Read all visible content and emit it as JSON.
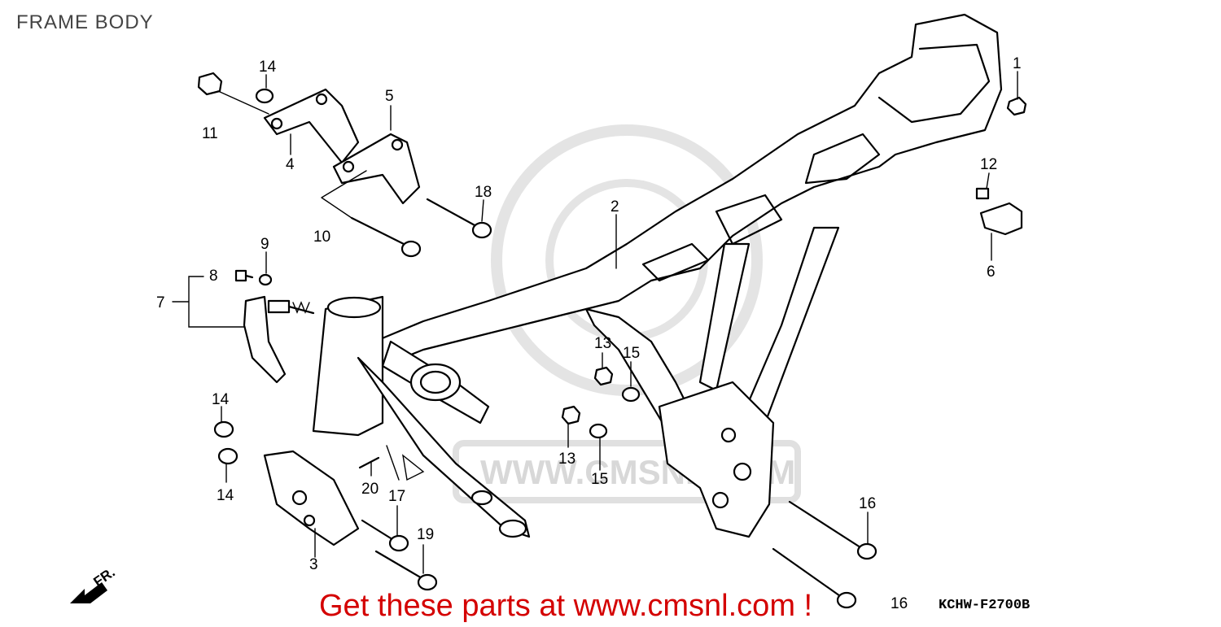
{
  "title": "FRAME BODY",
  "diagram_code": "KCHW-F2700B",
  "direction_marker": "FR.",
  "watermark_url": "WWW.CMSNL.COM",
  "promo_text": "Get these parts at www.cmsnl.com !",
  "colors": {
    "promo": "#d40000",
    "title": "#444444",
    "watermark": "#d8d8d8",
    "lines": "#000000"
  },
  "callouts": [
    {
      "id": "c1",
      "label": "1"
    },
    {
      "id": "c2",
      "label": "2"
    },
    {
      "id": "c3",
      "label": "3"
    },
    {
      "id": "c4",
      "label": "4"
    },
    {
      "id": "c5",
      "label": "5"
    },
    {
      "id": "c6",
      "label": "6"
    },
    {
      "id": "c7",
      "label": "7"
    },
    {
      "id": "c8",
      "label": "8"
    },
    {
      "id": "c9",
      "label": "9"
    },
    {
      "id": "c10",
      "label": "10"
    },
    {
      "id": "c11",
      "label": "11"
    },
    {
      "id": "c12",
      "label": "12"
    },
    {
      "id": "c13a",
      "label": "13"
    },
    {
      "id": "c13b",
      "label": "13"
    },
    {
      "id": "c14a",
      "label": "14"
    },
    {
      "id": "c14b",
      "label": "14"
    },
    {
      "id": "c14c",
      "label": "14"
    },
    {
      "id": "c15a",
      "label": "15"
    },
    {
      "id": "c15b",
      "label": "15"
    },
    {
      "id": "c16a",
      "label": "16"
    },
    {
      "id": "c16b",
      "label": "16"
    },
    {
      "id": "c17",
      "label": "17"
    },
    {
      "id": "c18",
      "label": "18"
    },
    {
      "id": "c19",
      "label": "19"
    },
    {
      "id": "c20",
      "label": "20"
    }
  ]
}
